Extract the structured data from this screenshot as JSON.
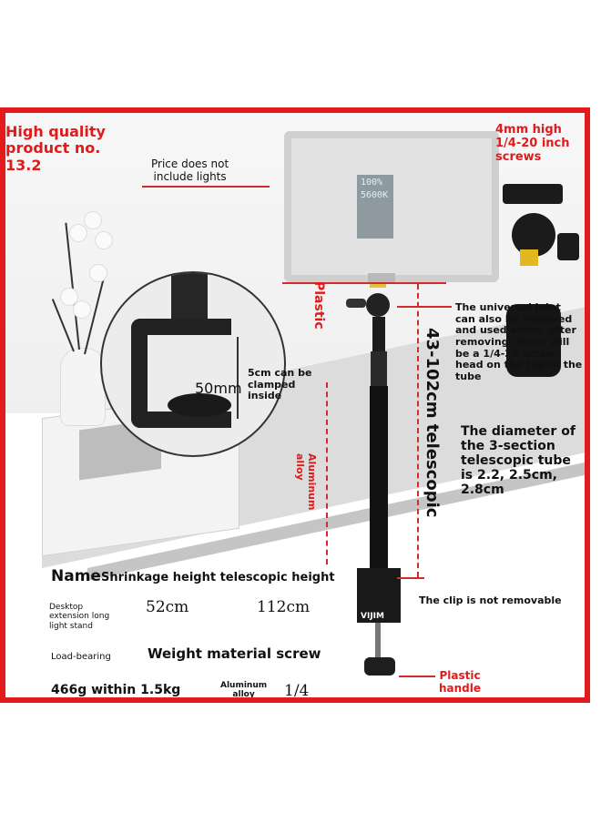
{
  "header": {
    "quality_line1": "High quality",
    "quality_line2": "product no.",
    "quality_line3": "13.2",
    "screw_line1": "4mm high",
    "screw_line2": "1/4-20 inch",
    "screw_line3": "screws",
    "price_line1": "Price does not",
    "price_line2": "include lights"
  },
  "panel_screen": {
    "line1": "100%",
    "line2": "5600K"
  },
  "labels": {
    "plastic": "Plastic",
    "universal_joint": "The universal joint can also be removed and used alone. after removing, there will be a 1/4-20 screw head on the top of the tube",
    "telescopic": "43-102cm telescopic",
    "aluminum_alloy": "Aluminum alloy",
    "clamp_50mm": "50mm",
    "clamp_note": "5cm can be clamped inside",
    "diameter": "The diameter of the 3-section telescopic tube is 2.2, 2.5cm, 2.8cm",
    "clip_note": "The clip is not removable",
    "plastic_handle_line1": "Plastic",
    "plastic_handle_line2": "handle",
    "brand": "VIJIM"
  },
  "spec_table": {
    "name_label": "Name",
    "name_rest": "Shrinkage height telescopic height",
    "product_line1": "Desktop",
    "product_line2": "extension long",
    "product_line3": "light stand",
    "shrinkage_height": "52cm",
    "telescopic_height": "112cm",
    "load_bearing_label": "Load-bearing",
    "weight_header": "Weight material screw",
    "weight_value": "466g within 1.5kg",
    "material_line1": "Aluminum",
    "material_line2": "alloy",
    "screw_value": "1/4"
  },
  "colors": {
    "frame": "#e31b1b",
    "annotation": "#e01b1b"
  }
}
